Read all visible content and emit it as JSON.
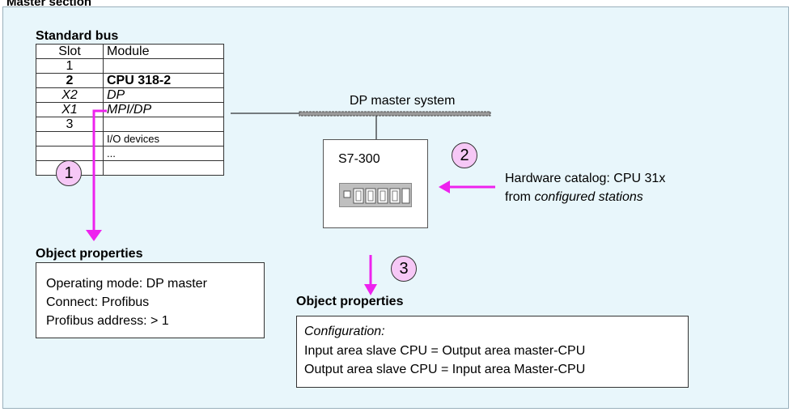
{
  "page_title": "Master section",
  "standard_bus": {
    "title": "Standard bus",
    "headers": {
      "slot": "Slot",
      "module": "Module"
    },
    "rows": [
      {
        "slot": "1",
        "module": ""
      },
      {
        "slot": "2",
        "module": "CPU 318-2"
      },
      {
        "slot": "X2",
        "module": "DP"
      },
      {
        "slot": "X1",
        "module": "MPI/DP"
      },
      {
        "slot": "3",
        "module": ""
      },
      {
        "slot": "",
        "module": "I/O devices"
      },
      {
        "slot": "",
        "module": "..."
      },
      {
        "slot": "",
        "module": ""
      }
    ]
  },
  "badges": {
    "one": "1",
    "two": "2",
    "three": "3"
  },
  "dp_master_system": "DP master system",
  "station": {
    "label": "S7-300"
  },
  "hardware_catalog": {
    "line1": "Hardware catalog: CPU 31x",
    "line2_prefix": "from ",
    "line2_italic": "configured stations"
  },
  "object_properties_1": {
    "title": "Object properties",
    "lines": [
      "Operating mode: DP master",
      "Connect: Profibus",
      "Profibus address: > 1"
    ]
  },
  "object_properties_2": {
    "title": "Object properties",
    "lines": [
      "Configuration:",
      "Input area slave CPU =  Output area master-CPU",
      "Output area slave CPU =  Input area Master-CPU"
    ]
  },
  "colors": {
    "panel_bg": "#e8f6fb",
    "arrow": "#ee22ee",
    "badge_bg": "#f6c8f6",
    "rack_gray": "#bfbfbf"
  }
}
